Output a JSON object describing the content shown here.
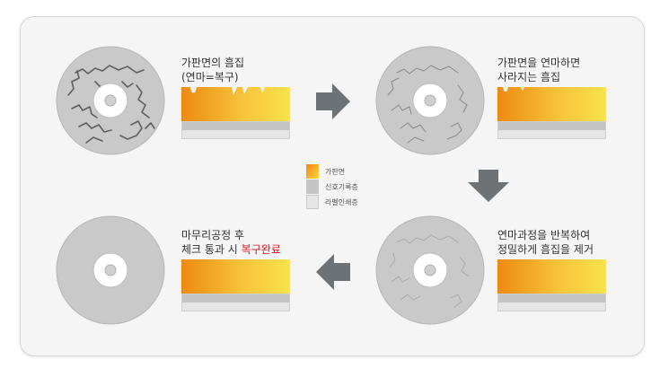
{
  "steps": [
    {
      "line1": "가판면의 흠집",
      "line2": "(연마=복구)"
    },
    {
      "line1": "가판면을 연마하면",
      "line2": "사라지는 흠집"
    },
    {
      "line1": "연마과정을 반복하여",
      "line2": "정밀하게 흠집을 제거"
    },
    {
      "line1": "마무리공정 후",
      "line2_plain": "체크 통과 시 ",
      "line2_highlight": "복구완료"
    }
  ],
  "legend": [
    {
      "label": "가판면",
      "color": "#f0a020"
    },
    {
      "label": "신호기록층",
      "color": "#c4c4c4"
    },
    {
      "label": "라벨인쇄층",
      "color": "#e6e6e6"
    }
  ],
  "colors": {
    "substrate_from": "#ee8a12",
    "substrate_to": "#fbe24e",
    "highlight": "#d9151b",
    "arrow": "#6d7276",
    "disc": "#c9c9c9"
  },
  "icons": [
    "right-arrow-icon",
    "down-arrow-icon",
    "left-arrow-icon"
  ]
}
